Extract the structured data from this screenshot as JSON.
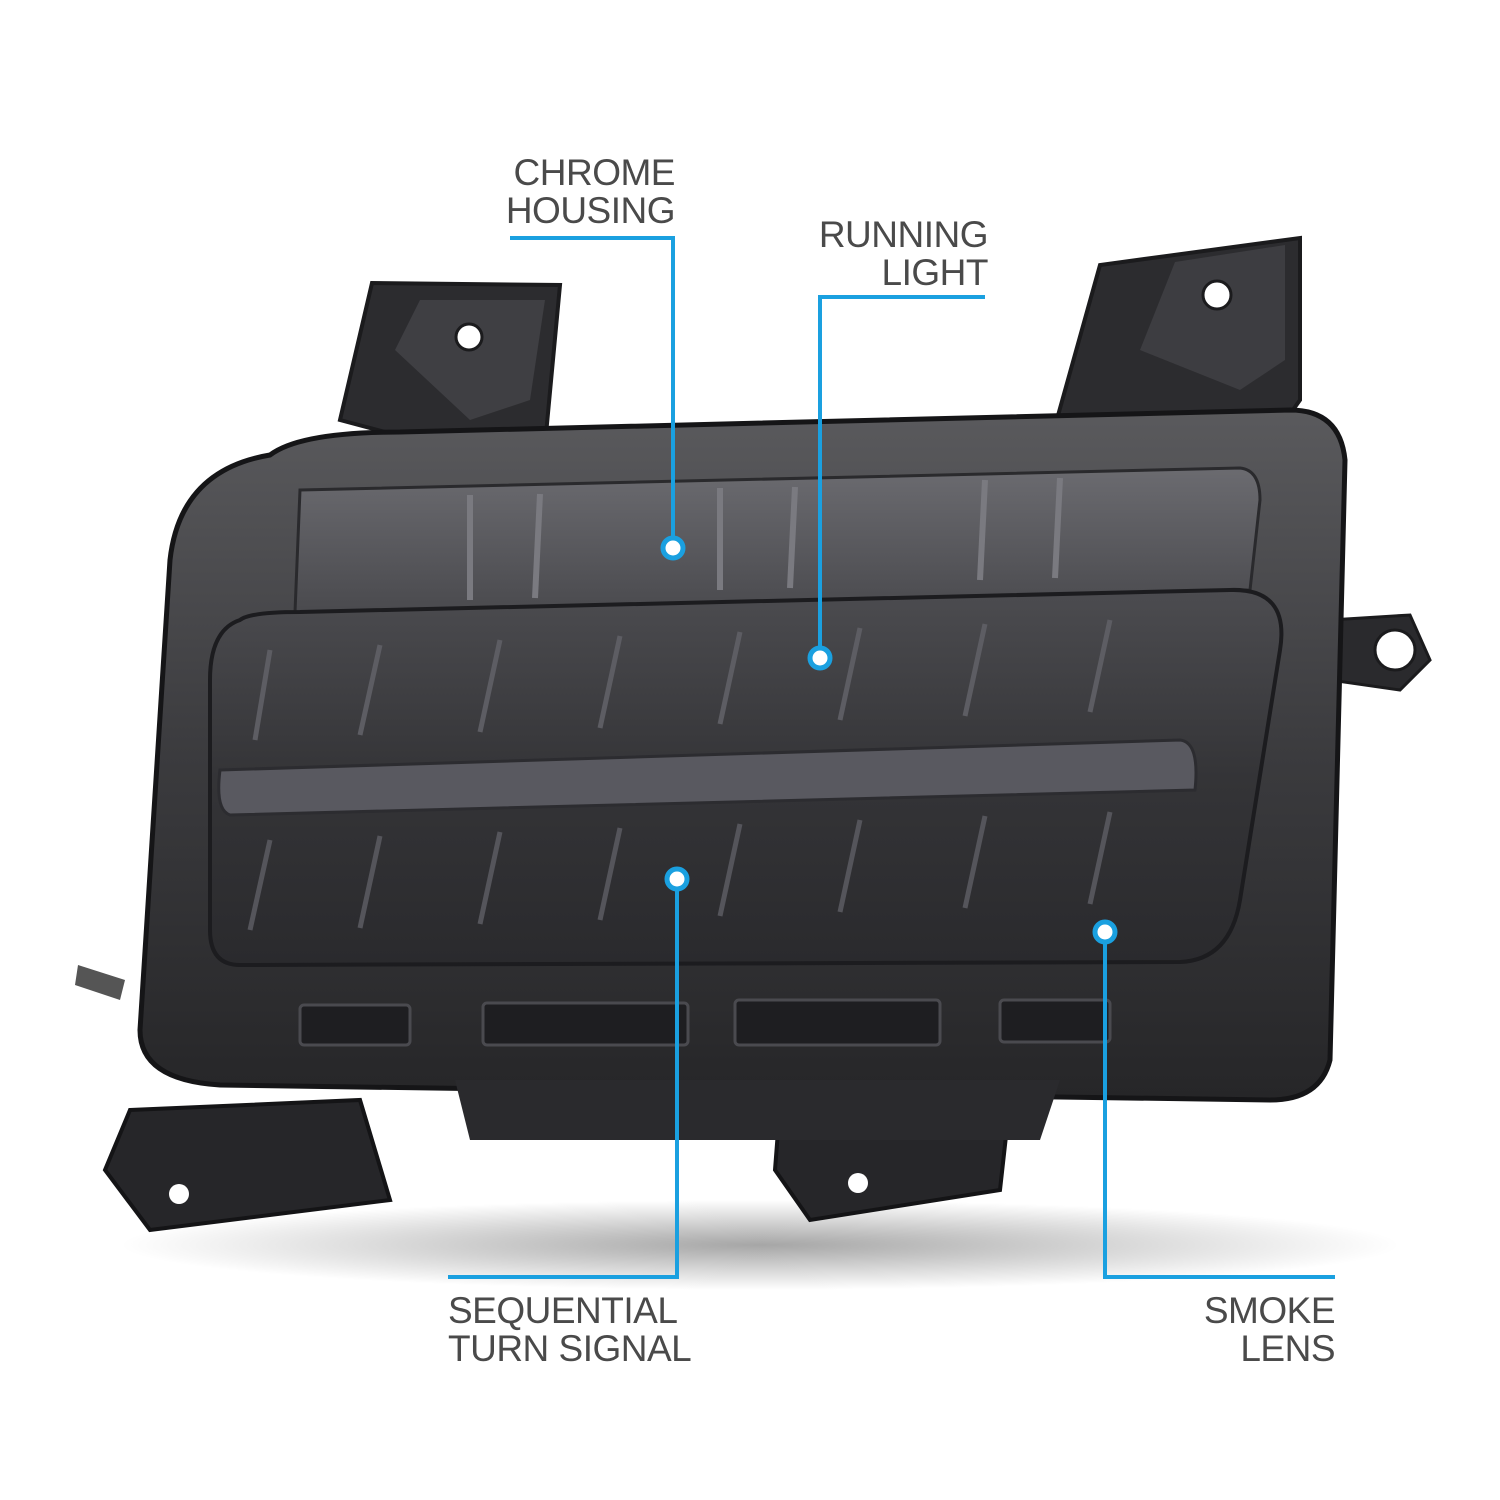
{
  "figure": {
    "subject": "smoke-lens-side-marker-lamp",
    "accent_color": "#1aa0e0",
    "label_color": "#4a4a4a",
    "background_color": "#ffffff"
  },
  "callouts": [
    {
      "id": "chrome-housing",
      "lines": [
        "CHROME",
        "HOUSING"
      ]
    },
    {
      "id": "running-light",
      "lines": [
        "RUNNING",
        "LIGHT"
      ]
    },
    {
      "id": "sequential-turn-signal",
      "lines": [
        "SEQUENTIAL",
        "TURN SIGNAL"
      ]
    },
    {
      "id": "smoke-lens",
      "lines": [
        "SMOKE LENS"
      ]
    }
  ]
}
